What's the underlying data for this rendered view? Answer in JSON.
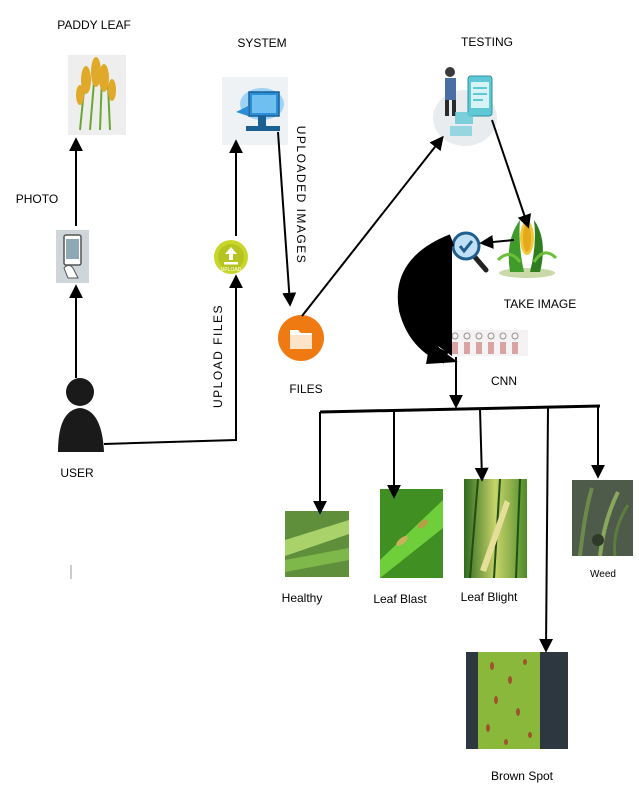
{
  "labels": {
    "paddy_leaf": "PADDY LEAF",
    "system": "SYSTEM",
    "testing": "TESTING",
    "photo": "PHOTO",
    "user": "USER",
    "upload_files": "UPLOAD FILES",
    "uploaded_images": "UPLOADED IMAGES",
    "files": "FILES",
    "take_image": "TAKE IMAGE",
    "cnn": "CNN",
    "upload_badge": "UPLOAD"
  },
  "classes": {
    "healthy": "Healthy",
    "leaf_blast": "Leaf Blast",
    "leaf_blight": "Leaf Blight",
    "weed": "Weed",
    "brown_spot": "Brown Spot"
  },
  "colors": {
    "files_orange": "#f07a12",
    "upload_green": "#c8d62b",
    "leaf_green": "#3f9b2a",
    "monitor_blue": "#2a8fd8"
  }
}
